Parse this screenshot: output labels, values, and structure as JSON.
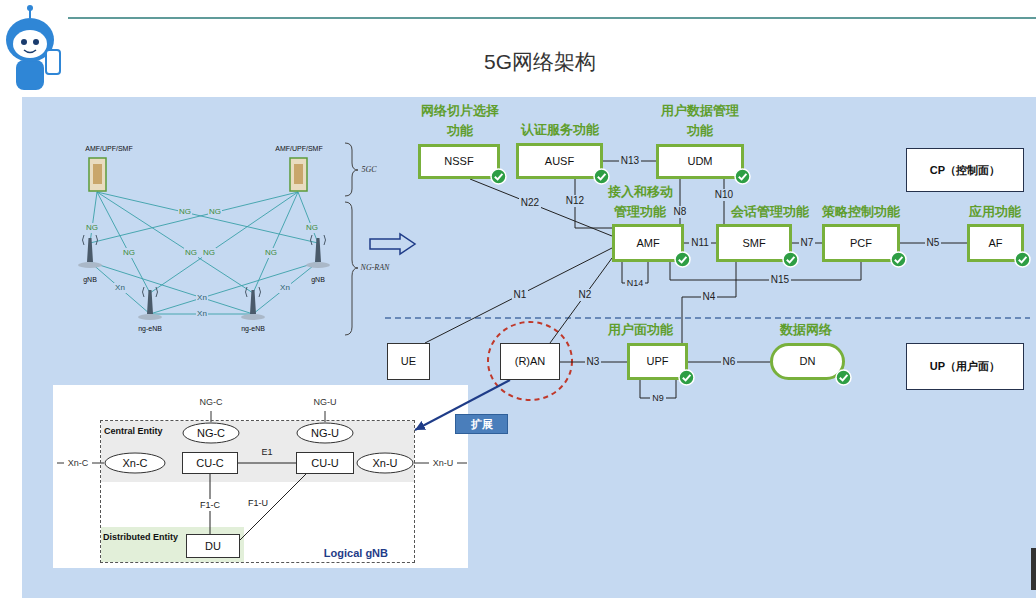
{
  "diagram": {
    "title": "5G网络架构",
    "nodes": [
      {
        "text": [
          "网络切片选择 功能",
          "NSSF"
        ]
      },
      {
        "text": [
          "认证服务功能",
          "AUSF"
        ]
      },
      {
        "text": [
          "用户数据管理 功能",
          "UDM"
        ]
      },
      {
        "text": [
          "CP（控制面）"
        ]
      },
      {
        "text": [
          "接入和移动 管理功能",
          "AMF"
        ]
      },
      {
        "text": [
          "会话管理功能",
          "SMF"
        ]
      },
      {
        "text": [
          "策略控制功能",
          "PCF"
        ]
      },
      {
        "text": [
          "应用功能",
          "AF"
        ]
      },
      {
        "text": [
          "UE"
        ]
      },
      {
        "text": [
          "(R)AN"
        ]
      },
      {
        "text": [
          "用户面功能",
          "UPF"
        ]
      },
      {
        "text": [
          "数据网络",
          "DN"
        ]
      },
      {
        "text": [
          "UP（用户面）"
        ]
      },
      {
        "text": [
          "扩展"
        ]
      },
      {
        "text": [
          "Logical gNB"
        ]
      },
      {
        "text": [
          "Central Entity"
        ],
        "in": 14
      },
      {
        "text": [
          "NG-C"
        ],
        "in": 15
      },
      {
        "text": [
          "NG-U"
        ],
        "in": 15
      },
      {
        "text": [
          "Xn-C"
        ],
        "in": 15
      },
      {
        "text": [
          "CU-C"
        ],
        "in": 15
      },
      {
        "text": [
          "CU-U"
        ],
        "in": 15
      },
      {
        "text": [
          "Xn-U"
        ],
        "in": 15
      },
      {
        "text": [
          "Distributed Entity"
        ],
        "in": 14
      },
      {
        "text": [
          "DU"
        ],
        "in": 22
      }
    ],
    "edges": [
      {
        "from": 1,
        "to": 2,
        "label": "N13",
        "arrow": "none"
      },
      {
        "from": 0,
        "to": 4,
        "label": "N22",
        "arrow": "none"
      },
      {
        "from": 1,
        "to": 4,
        "label": "N12",
        "arrow": "none"
      },
      {
        "from": 2,
        "to": 4,
        "label": "N8",
        "arrow": "none"
      },
      {
        "from": 2,
        "to": 5,
        "label": "N10",
        "arrow": "none"
      },
      {
        "from": 4,
        "to": 5,
        "label": "N11",
        "arrow": "none"
      },
      {
        "from": 5,
        "to": 6,
        "label": "N7",
        "arrow": "none"
      },
      {
        "from": 6,
        "to": 7,
        "label": "N5",
        "arrow": "none"
      },
      {
        "from": 4,
        "to": 4,
        "label": "N14",
        "arrow": "none"
      },
      {
        "from": 4,
        "to": 6,
        "label": "N15",
        "arrow": "none"
      },
      {
        "from": 8,
        "to": 4,
        "label": "N1",
        "arrow": "none"
      },
      {
        "from": 9,
        "to": 4,
        "label": "N2",
        "arrow": "none"
      },
      {
        "from": 5,
        "to": 10,
        "label": "N4",
        "arrow": "none"
      },
      {
        "from": 9,
        "to": 10,
        "label": "N3",
        "arrow": "none"
      },
      {
        "from": 10,
        "to": 11,
        "label": "N6",
        "arrow": "none"
      },
      {
        "from": 10,
        "to": 10,
        "label": "N9",
        "arrow": "none"
      },
      {
        "from": 9,
        "to": 14,
        "arrow": "to"
      },
      {
        "from": 19,
        "to": 20,
        "label": "E1",
        "arrow": "none"
      },
      {
        "from": 19,
        "to": 23,
        "label": "F1-C",
        "arrow": "none"
      },
      {
        "from": 20,
        "to": 23,
        "label": "F1-U",
        "arrow": "none"
      }
    ],
    "labels": [
      "AMF/UPF/SMF",
      "AMF/UPF/SMF",
      "5GC",
      "NG",
      "NG",
      "NG",
      "NG",
      "NG",
      "NG",
      "NG",
      "NG",
      "NG-RAN",
      "gNB",
      "Xn",
      "gNB",
      "Xn",
      "Xn",
      "Xn",
      "ng-eNB",
      "ng-eNB",
      "NG-C",
      "NG-U",
      "Xn-C",
      "Xn-U"
    ]
  }
}
